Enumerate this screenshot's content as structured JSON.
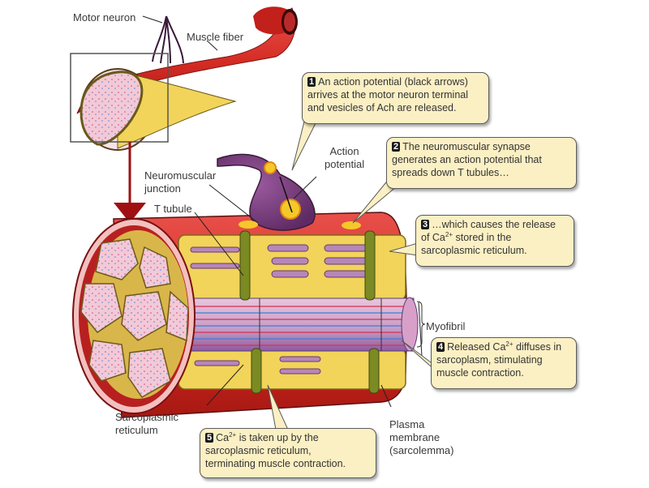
{
  "labels": {
    "motor_neuron": "Motor neuron",
    "muscle_fiber": "Muscle fiber",
    "action_potential": [
      "Action",
      "potential"
    ],
    "neuromuscular_junction": [
      "Neuromuscular",
      "junction"
    ],
    "t_tubule": "T tubule",
    "myofibril": "Myofibril",
    "sarcoplasmic_reticulum": [
      "Sarcoplasmic",
      "reticulum"
    ],
    "plasma_membrane": [
      "Plasma",
      "membrane",
      "(sarcolemma)"
    ]
  },
  "steps": [
    {
      "number": "1",
      "lines": [
        "An action potential (black arrows)",
        "arrives at the motor neuron terminal",
        "and vesicles of Ach are released."
      ]
    },
    {
      "number": "2",
      "lines": [
        "The neuromuscular synapse",
        "generates an action potential that",
        "spreads down T tubules…"
      ]
    },
    {
      "number": "3",
      "line1": "…which causes the release",
      "line2_pre": "of Ca",
      "line2_sup": "2+",
      "line2_post": " stored in the",
      "line3": "sarcoplasmic reticulum."
    },
    {
      "number": "4",
      "line1_pre": "Released Ca",
      "line1_sup": "2+",
      "line1_post": " diffuses in",
      "line2": "sarcoplasm, stimulating",
      "line3": "muscle contraction."
    },
    {
      "number": "5",
      "line1_pre": "Ca",
      "line1_sup": "2+",
      "line1_post": " is taken up by the",
      "line2": "sarcoplasmic reticulum,",
      "line3": "terminating muscle contraction."
    }
  ],
  "colors": {
    "muscle_red": "#d9342b",
    "sr_yellow": "#f2d45a",
    "myofibril_pink": "#e6b3cf",
    "neuron_purple": "#7a3a7e",
    "t_tubule_green": "#6f7d1e",
    "callout_bg": "#fbf0c4"
  }
}
